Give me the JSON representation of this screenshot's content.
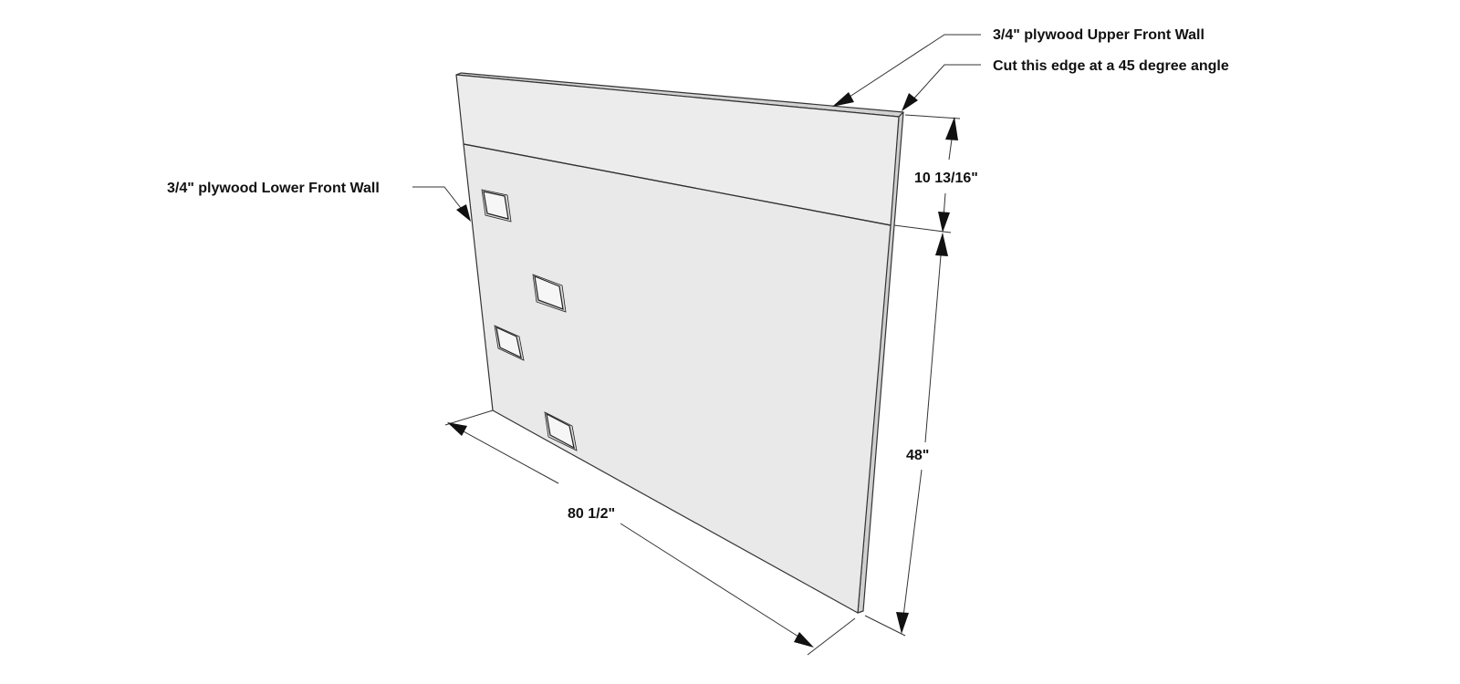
{
  "labels": {
    "upper_wall": "3/4\" plywood Upper Front Wall",
    "cut_edge": "Cut this edge at a 45 degree angle",
    "lower_wall": "3/4\" plywood Lower Front Wall"
  },
  "dimensions": {
    "width": "80 1/2\"",
    "upper_height": "10 13/16\"",
    "lower_height": "48\""
  },
  "colors": {
    "panel_face": "#ececec",
    "panel_edge": "#d2d2d2",
    "line": "#333333"
  }
}
